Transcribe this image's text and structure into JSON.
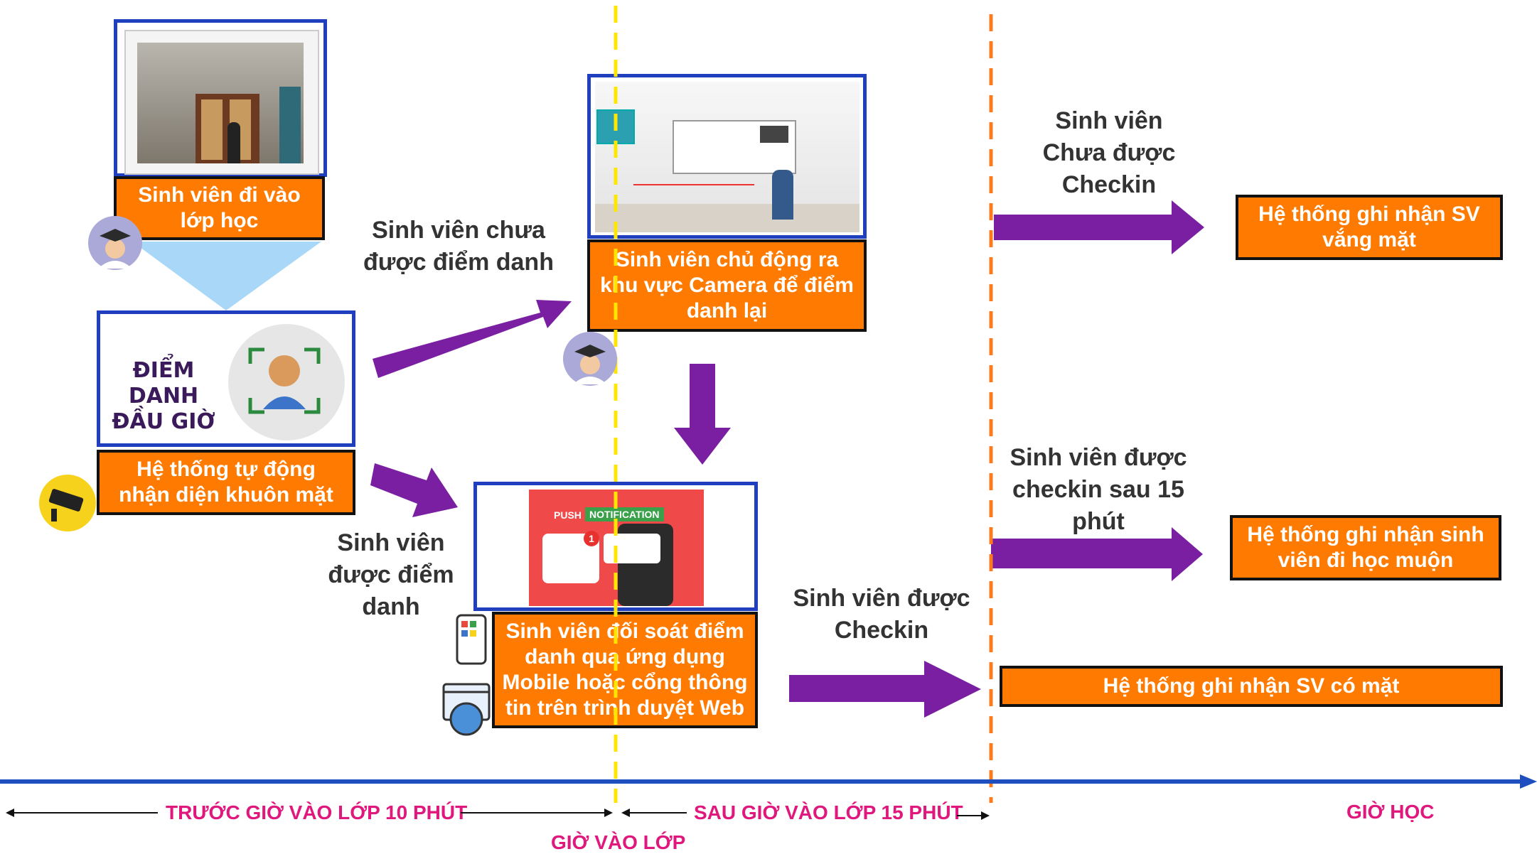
{
  "colors": {
    "box_fill": "#ff7a00",
    "arrow": "#7a1fa2",
    "timeline": "#1f4fbf",
    "frame": "#1f3fbf",
    "label_pink": "#e0177d",
    "line_yellow": "#ffe600",
    "line_orange": "#ff7a1a"
  },
  "icons": [
    "student-avatar-icon",
    "cctv-camera-icon",
    "face-scan-icon",
    "mobile-app-icon",
    "web-browser-icon",
    "bell-notification-icon"
  ],
  "boxes": {
    "enter_class": "Sinh viên đi vào\nlớp học",
    "auto_face": "Hệ thống tự động\nnhận diện khuôn mặt",
    "go_to_camera": "Sinh viên chủ động ra\nkhu vực Camera để điểm\ndanh lại",
    "verify_app": "Sinh viên đối soát điểm\ndanh qua ứng dụng\nMobile hoặc cổng thông\ntin trên trình duyệt Web",
    "absent": "Hệ thống ghi nhận SV\nvắng mặt",
    "late": "Hệ thống ghi nhận sinh\nviên đi học muộn",
    "present": "Hệ thống ghi nhận SV có mặt"
  },
  "attendance_panel": {
    "title_line1": "ĐIỂM DANH",
    "title_line2": "ĐẦU GIỜ"
  },
  "push_panel": {
    "push": "PUSH",
    "notification": "NOTIFICATION",
    "badge": "1"
  },
  "labels": {
    "not_checked": "Sinh viên chưa\nđược điểm danh",
    "checked": "Sinh viên\nđược điểm\ndanh",
    "checkin": "Sinh viên được\nCheckin",
    "not_checkin": "Sinh viên\nChưa được\nCheckin",
    "checkin_after_15": "Sinh viên được\ncheckin sau 15\nphút"
  },
  "timeline": {
    "before": "TRƯỚC GIỜ VÀO LỚP 10 PHÚT",
    "after": "SAU GIỜ VÀO LỚP 15 PHÚT",
    "class_start": "GIỜ VÀO LỚP",
    "class_time": "GIỜ HỌC"
  }
}
